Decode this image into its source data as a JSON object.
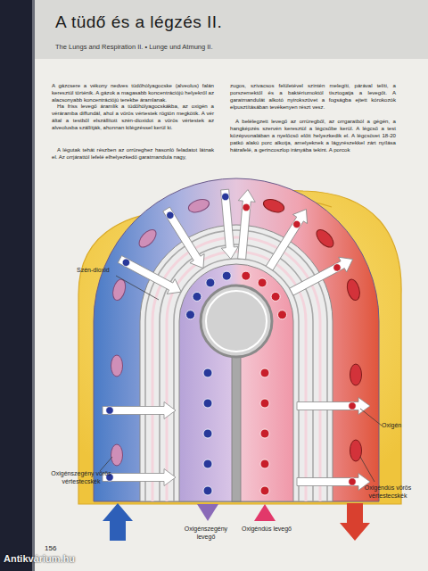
{
  "diagram": {
    "title": "A tüdő és a légzés II.",
    "labels": [
      "The Lungs and Respiration II. • Lunge und Atmung II.",
      "A gázcsere a vékony nedves tüdőhólyagocske (alveolus) falán keresztül történik. A gázok a magasabb koncentrációjú helyekről az alacsonyabb koncentrációjú terekbe áramlanak.",
      "Ha friss levegő áramlik a tüdőhólyagocskákba, az oxigén a véráramba diffundál, ahol a vörös vértestek rögtön megkötik. A vér által a testből elszállított szén-dioxidot a vörös vértestek az alveolusba szállítják, ahonnan kilégzéssel kerül ki.",
      "A légutak tehát részben az orrüreghez hasonló feladatot látnak el. Az orrjárattól lefelé elhelyezkedő garatmandula nagy,",
      "zugos, szivacsos felületével szintén melegíti, párával telíti, a porszemektől és a baktériumoktól tisztogatja a levegőt. A garatmandulát alkotó nyirokszövet a fogságba ejtett kórokozók elpusztításában tevékenyen részt vesz.",
      "A belélegzett levegő az orrüregből, az orrgaratból a gégén, a hangképzés szervén keresztül a légcsőbe kerül. A légcső a test középvonalában a nyelőcső előtt helyezkedik el. A légcsövet 18-20 patkó alakú porc alkotja, amelyeknek a lágyrészekkel zárt nyílása hátrafelé, a gerincoszlop irányába tekint. A porcok",
      "Szén-dioxid",
      "Oxigén",
      "Oxigénszegény vörös vértestecskék",
      "Oxigéndús vörös vértestecskék",
      "Oxigénszegény levegő",
      "Oxigéndús levegő",
      "156",
      "Antikvárium.hu"
    ]
  }
}
